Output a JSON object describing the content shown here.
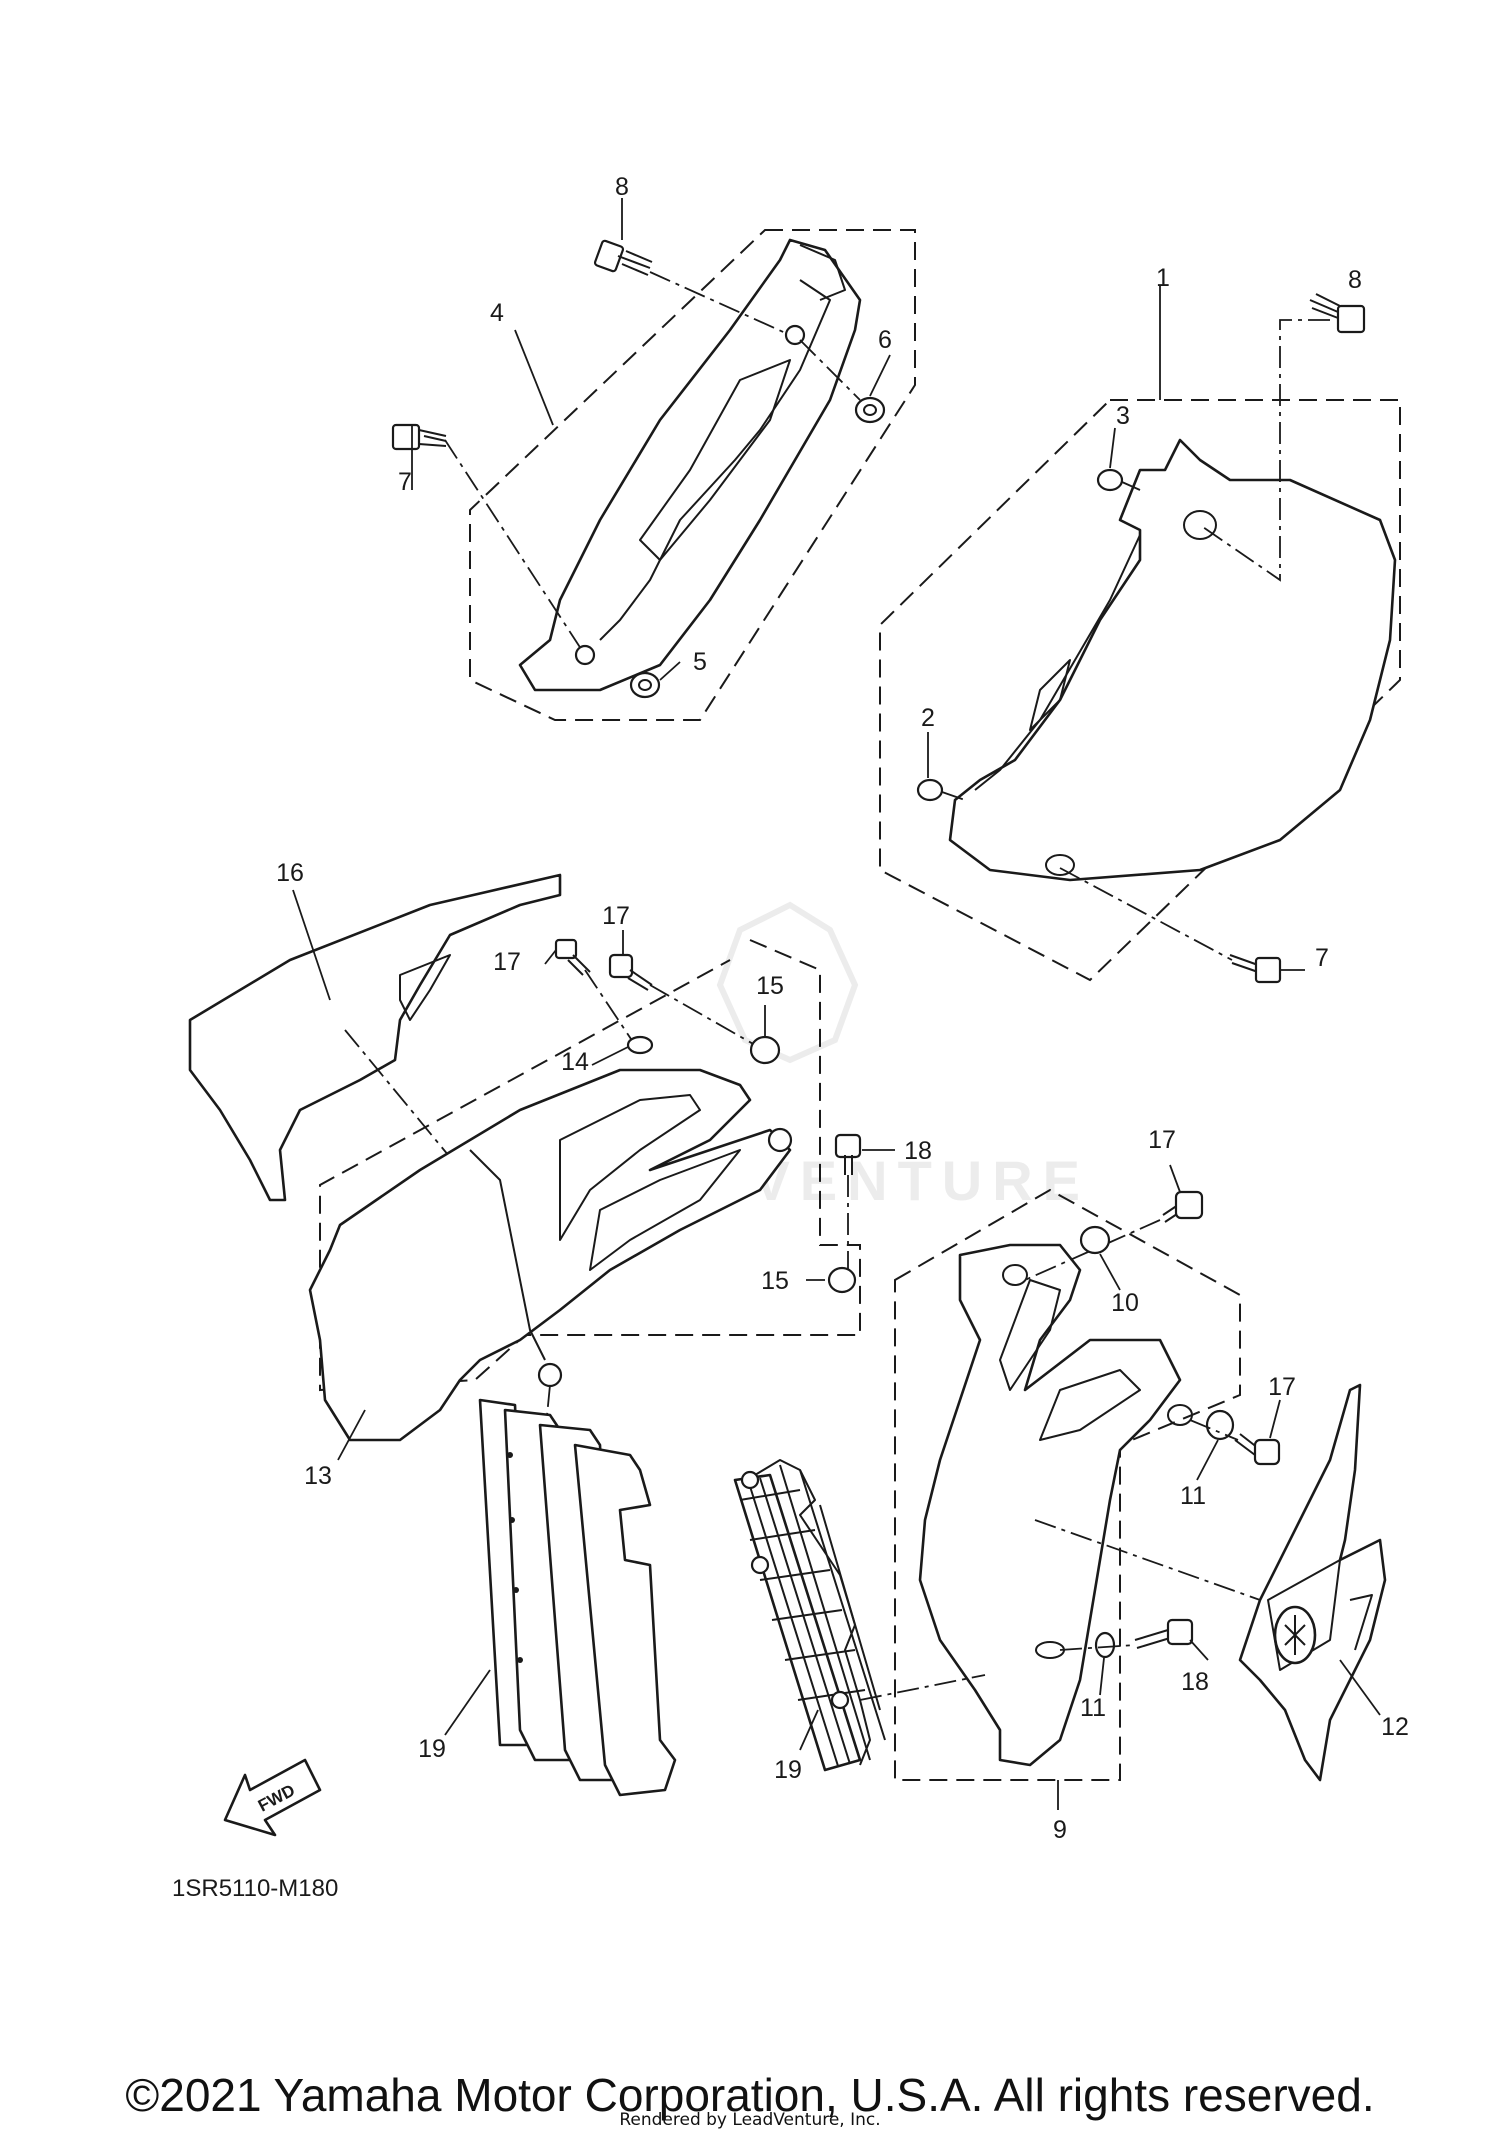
{
  "callouts": {
    "c1": "1",
    "c2": "2",
    "c3": "3",
    "c4": "4",
    "c5": "5",
    "c6": "6",
    "c7a": "7",
    "c7b": "7",
    "c8a": "8",
    "c8b": "8",
    "c9": "9",
    "c10": "10",
    "c11a": "11",
    "c11b": "11",
    "c12": "12",
    "c13": "13",
    "c14": "14",
    "c15a": "15",
    "c15b": "15",
    "c16": "16",
    "c17a": "17",
    "c17b": "17",
    "c17c": "17",
    "c17d": "17",
    "c18a": "18",
    "c18b": "18",
    "c19a": "19",
    "c19b": "19"
  },
  "fwd_label": "FWD",
  "diagram_code": "1SR5110-M180",
  "watermark_text": "LEADVENTURE",
  "copyright": "©2021 Yamaha Motor Corporation, U.S.A. All rights reserved.",
  "rendered_by": "Rendered by LeadVenture, Inc.",
  "colors": {
    "line": "#1a1a1a",
    "background": "#ffffff",
    "watermark": "#ececec"
  }
}
